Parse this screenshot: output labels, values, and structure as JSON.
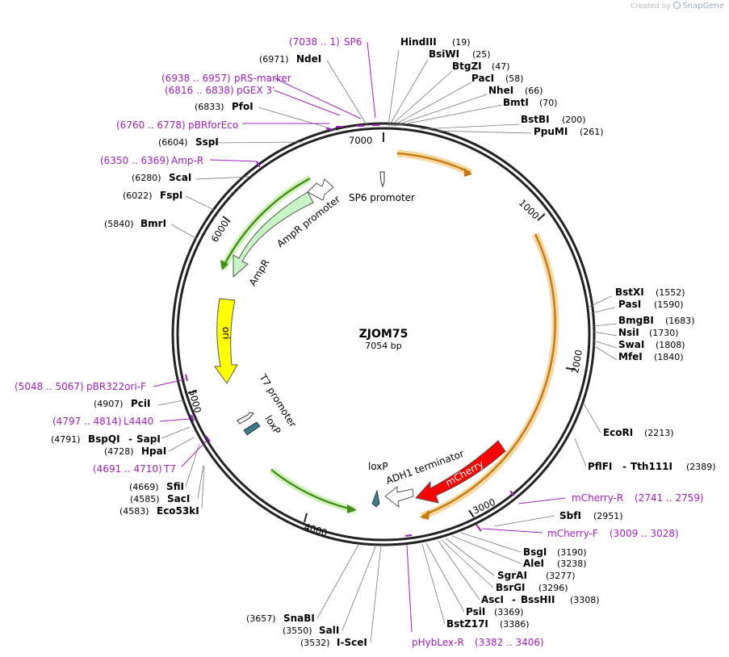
{
  "brand": {
    "created_by": "Created by",
    "product": "SnapGene"
  },
  "plasmid": {
    "name": "ZJOM75",
    "length": "7054 bp"
  },
  "ticks": [
    "1000",
    "2000",
    "3000",
    "4000",
    "5000",
    "6000",
    "7000"
  ],
  "features": {
    "sp6_promoter": "SP6 promoter",
    "ampr_promoter": "AmpR promoter",
    "ampr": "AmpR",
    "ori": "ori",
    "t7_promoter": "T7 promoter",
    "loxp_1": "loxP",
    "loxp_2": "loxP",
    "adh1_terminator": "ADH1 terminator",
    "mcherry": "mCherry"
  },
  "enzymes_right": [
    {
      "name": "HindIII",
      "pos": "(19)"
    },
    {
      "name": "BsiWI",
      "pos": "(25)"
    },
    {
      "name": "BtgZI",
      "pos": "(47)"
    },
    {
      "name": "PacI",
      "pos": "(58)"
    },
    {
      "name": "NheI",
      "pos": "(66)"
    },
    {
      "name": "BmtI",
      "pos": "(70)"
    },
    {
      "name": "BstBI",
      "pos": "(200)"
    },
    {
      "name": "PpuMI",
      "pos": "(261)"
    },
    {
      "name": "BstXI",
      "pos": "(1552)"
    },
    {
      "name": "PasI",
      "pos": "(1590)"
    },
    {
      "name": "BmgBI",
      "pos": "(1683)"
    },
    {
      "name": "NsiI",
      "pos": "(1730)"
    },
    {
      "name": "SwaI",
      "pos": "(1808)"
    },
    {
      "name": "MfeI",
      "pos": "(1840)"
    },
    {
      "name": "EcoRI",
      "pos": "(2213)"
    },
    {
      "name": "PflFI",
      "name2": "Tth111I",
      "pos": "(2389)"
    },
    {
      "name": "SbfI",
      "pos": "(2951)"
    },
    {
      "name": "BsgI",
      "pos": "(3190)"
    },
    {
      "name": "AleI",
      "pos": "(3238)"
    },
    {
      "name": "SgrAI",
      "pos": "(3277)"
    },
    {
      "name": "BsrGI",
      "pos": "(3296)"
    },
    {
      "name": "AscI",
      "name2": "BssHII",
      "pos": "(3308)"
    },
    {
      "name": "PsiI",
      "pos": "(3369)"
    },
    {
      "name": "BstZ17I",
      "pos": "(3386)"
    }
  ],
  "enzymes_left": [
    {
      "name": "NdeI",
      "pos": "(6971)"
    },
    {
      "name": "PfoI",
      "pos": "(6833)"
    },
    {
      "name": "SspI",
      "pos": "(6604)"
    },
    {
      "name": "ScaI",
      "pos": "(6280)"
    },
    {
      "name": "FspI",
      "pos": "(6022)"
    },
    {
      "name": "BmrI",
      "pos": "(5840)"
    },
    {
      "name": "PciI",
      "pos": "(4907)"
    },
    {
      "name": "BspQI",
      "name2": "SapI",
      "pos": "(4791)"
    },
    {
      "name": "HpaI",
      "pos": "(4728)"
    },
    {
      "name": "SfiI",
      "pos": "(4669)"
    },
    {
      "name": "SacI",
      "pos": "(4585)"
    },
    {
      "name": "Eco53kI",
      "pos": "(4583)"
    }
  ],
  "enzymes_bottom": [
    {
      "name": "SnaBI",
      "pos": "(3657)"
    },
    {
      "name": "SalI",
      "pos": "(3550)"
    },
    {
      "name": "I-SceI",
      "pos": "(3532)"
    }
  ],
  "primers_left": [
    {
      "range": "(7038 .. 1)",
      "name": "SP6"
    },
    {
      "range": "(6938 .. 6957)",
      "name": "pRS-marker"
    },
    {
      "range": "(6816 .. 6838)",
      "name": "pGEX 3'"
    },
    {
      "range": "(6760 .. 6778)",
      "name": "pBRforEco"
    },
    {
      "range": "(6350 .. 6369)",
      "name": "Amp-R"
    },
    {
      "range": "(5048 .. 5067)",
      "name": "pBR322ori-F"
    },
    {
      "range": "(4797 .. 4814)",
      "name": "L4440"
    },
    {
      "range": "(4691 .. 4710)",
      "name": "T7"
    }
  ],
  "primers_right": [
    {
      "name": "mCherry-R",
      "range": "(2741 .. 2759)"
    },
    {
      "name": "mCherry-F",
      "range": "(3009 .. 3028)"
    },
    {
      "name": "pHybLex-R",
      "range": "(3382 .. 3406)"
    }
  ],
  "colors": {
    "primer": "#a020c0",
    "orf_orange": "#d9901e",
    "orf_green": "#6cbe3a",
    "ampr_fill": "#c8f5c4",
    "ori_fill": "#ffff00",
    "mcherry_fill": "#ff0000",
    "loxp_fill": "#3a7c8c"
  }
}
